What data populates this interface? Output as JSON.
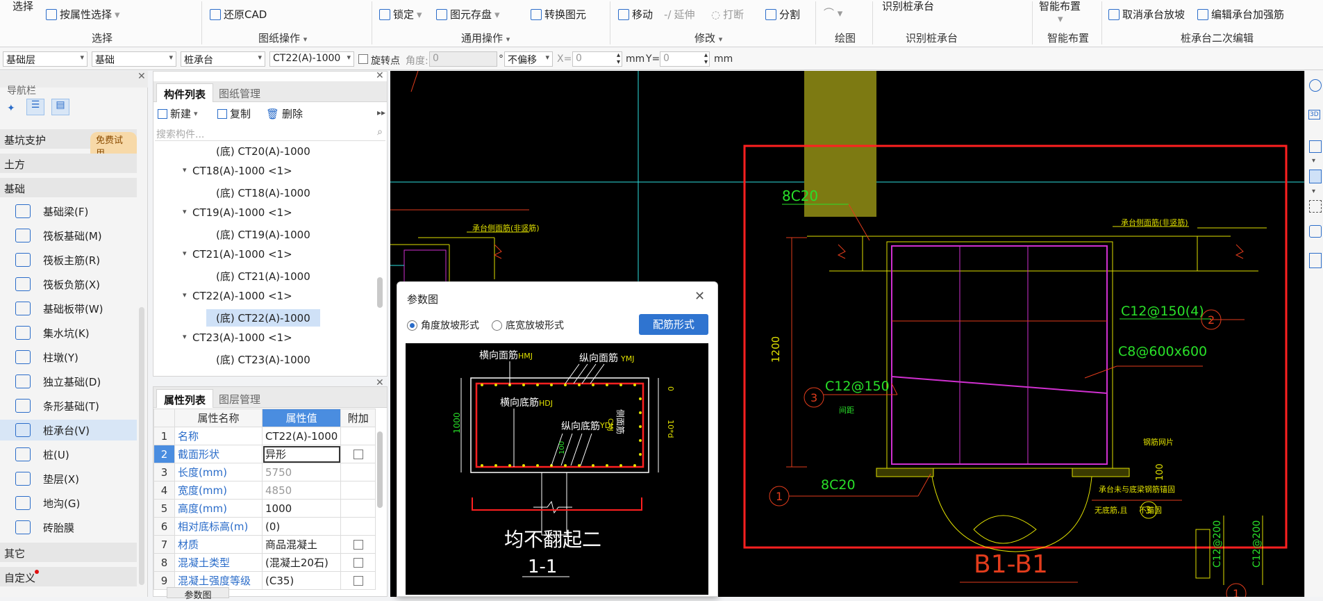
{
  "ribbon": {
    "select": "选择",
    "select_by_attr": "按属性选择",
    "restore_cad": "还原CAD",
    "lock": "锁定",
    "element_save": "图元存盘",
    "convert_element": "转换图元",
    "move": "移动",
    "extend": "延伸",
    "break": "打断",
    "split": "分割",
    "identify_pile_cap_top": "识别桩承台",
    "smart_layout": "智能布置",
    "cancel_cap_slope": "取消承台放坡",
    "edit_cap_rebar": "编辑承台加强筋",
    "groups": {
      "select": "选择",
      "drawing_ops": "图纸操作",
      "general_ops": "通用操作",
      "modify": "修改",
      "draw": "绘图",
      "identify_pile_cap": "识别桩承台",
      "smart_layout": "智能布置",
      "pile_cap_edit": "桩承台二次编辑"
    }
  },
  "toolbar2": {
    "floor": "基础层",
    "category": "基础",
    "type": "桩承台",
    "component": "CT22(A)-1000",
    "rotate_point": "旋转点",
    "angle_label": "角度:",
    "angle_value": "0",
    "degree": "°",
    "offset": "不偏移",
    "x_label": "X=",
    "x_value": "0",
    "mm1": "mm",
    "y_label": "Y=",
    "y_value": "0",
    "mm2": "mm"
  },
  "nav": {
    "title": "导航栏",
    "pit_support": "基坑支护",
    "free_trial": "免费试用",
    "earthwork": "土方",
    "foundation": "基础",
    "items": [
      {
        "label": "基础梁(F)"
      },
      {
        "label": "筏板基础(M)"
      },
      {
        "label": "筏板主筋(R)"
      },
      {
        "label": "筏板负筋(X)"
      },
      {
        "label": "基础板带(W)"
      },
      {
        "label": "集水坑(K)"
      },
      {
        "label": "柱墩(Y)"
      },
      {
        "label": "独立基础(D)"
      },
      {
        "label": "条形基础(T)"
      },
      {
        "label": "桩承台(V)"
      },
      {
        "label": "桩(U)"
      },
      {
        "label": "垫层(X)"
      },
      {
        "label": "地沟(G)"
      },
      {
        "label": "砖胎膜"
      }
    ],
    "other": "其它",
    "custom": "自定义"
  },
  "comp_panel": {
    "tab_list": "构件列表",
    "tab_drawings": "图纸管理",
    "new": "新建",
    "copy": "复制",
    "delete": "删除",
    "search_placeholder": "搜索构件...",
    "tree": [
      {
        "text": "(底)  CT20(A)-1000",
        "level": 2
      },
      {
        "text": "CT18(A)-1000 <1>",
        "level": 1
      },
      {
        "text": "(底)  CT18(A)-1000",
        "level": 2
      },
      {
        "text": "CT19(A)-1000 <1>",
        "level": 1
      },
      {
        "text": "(底)  CT19(A)-1000",
        "level": 2
      },
      {
        "text": "CT21(A)-1000 <1>",
        "level": 1
      },
      {
        "text": "(底)  CT21(A)-1000",
        "level": 2
      },
      {
        "text": "CT22(A)-1000 <1>",
        "level": 1
      },
      {
        "text": "(底)  CT22(A)-1000",
        "level": 2,
        "selected": true
      },
      {
        "text": "CT23(A)-1000 <1>",
        "level": 1
      },
      {
        "text": "(底)  CT23(A)-1000",
        "level": 2
      }
    ]
  },
  "prop_panel": {
    "tab_props": "属性列表",
    "tab_layers": "图层管理",
    "col_name": "属性名称",
    "col_value": "属性值",
    "col_extra": "附加",
    "rows": [
      {
        "n": "1",
        "name": "名称",
        "value": "CT22(A)-1000",
        "check": false,
        "gray": false
      },
      {
        "n": "2",
        "name": "截面形状",
        "value": "异形",
        "check": true,
        "gray": false
      },
      {
        "n": "3",
        "name": "长度(mm)",
        "value": "5750",
        "check": false,
        "gray": true
      },
      {
        "n": "4",
        "name": "宽度(mm)",
        "value": "4850",
        "check": false,
        "gray": true
      },
      {
        "n": "5",
        "name": "高度(mm)",
        "value": "1000",
        "check": false,
        "gray": false
      },
      {
        "n": "6",
        "name": "相对底标高(m)",
        "value": "(0)",
        "check": false,
        "gray": false
      },
      {
        "n": "7",
        "name": "材质",
        "value": "商品混凝土",
        "check": true,
        "gray": false
      },
      {
        "n": "8",
        "name": "混凝土类型",
        "value": "(混凝土20石)",
        "check": true,
        "gray": false
      },
      {
        "n": "9",
        "name": "混凝土强度等级",
        "value": "(C35)",
        "check": true,
        "gray": false
      }
    ],
    "bottom_tab": "参数图"
  },
  "dialog": {
    "title": "参数图",
    "radio1": "角度放坡形式",
    "radio2": "底宽放坡形式",
    "button": "配筋形式",
    "fig": {
      "top_transverse": "横向面筋",
      "top_transverse_code": "HMJ",
      "top_long": "纵向面筋",
      "top_long_code": "YMJ",
      "bot_transverse": "横向底筋",
      "bot_transverse_code": "HDJ",
      "bot_long": "纵向底筋",
      "bot_long_code": "YDJ",
      "side": "侧面筋",
      "side_code": "CMJ",
      "dim_1000": "1000",
      "dim_0": "0",
      "dim_10d": "10*d",
      "dim_100": "100",
      "note": "均不翻起二",
      "section": "1-1"
    }
  },
  "cad": {
    "label_8c20_top": "8C20",
    "label_8c20_bot": "8C20",
    "label_c12_150_4": "C12@150(4)",
    "label_c8": "C8@600x600",
    "label_c12_150": "C12@150",
    "label_1200": "1200",
    "label_100": "100",
    "label_section": "B1-B1",
    "circle_1": "1",
    "circle_2": "2",
    "circle_3": "3",
    "circle_3b": "3",
    "circle_1b": "1",
    "small_label_left": "承台侧面筋(非竖筋)",
    "small_label_right": "承台侧面筋(非竖筋)",
    "small_label_mesh": "钢筋网片",
    "small_label_pile": "承台未与底梁钢筋锚固",
    "small_label_anchor": "无底筋,且",
    "small_label_anchor2": "不锚固",
    "small_label_rebar": "间距",
    "vert_1": "C12@200",
    "vert_2": "C12@200"
  }
}
